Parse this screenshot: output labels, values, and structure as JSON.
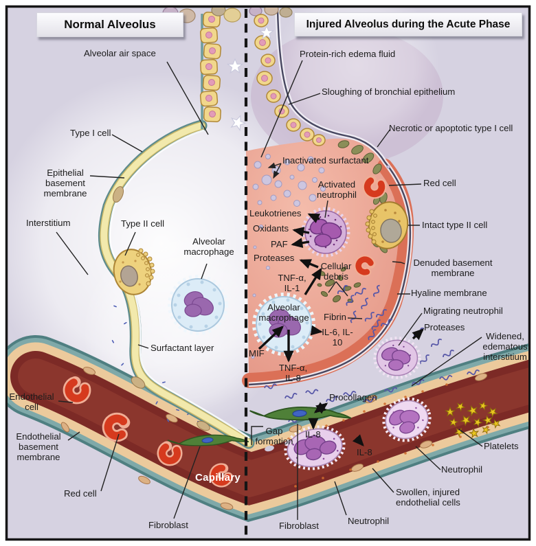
{
  "panels": {
    "left": {
      "title": "Normal Alveolus"
    },
    "right": {
      "title": "Injured Alveolus during the Acute Phase"
    }
  },
  "left_labels": {
    "alveolar_air_space": "Alveolar air space",
    "type_i_cell": "Type I cell",
    "epithelial_basement_membrane": "Epithelial basement membrane",
    "interstitium": "Interstitium",
    "type_ii_cell": "Type II cell",
    "alveolar_macrophage": "Alveolar macrophage",
    "surfactant_layer": "Surfactant layer",
    "endothelial_cell": "Endothelial cell",
    "endothelial_basement_membrane": "Endothelial basement membrane",
    "red_cell": "Red cell",
    "capillary": "Capillary",
    "fibroblast": "Fibroblast"
  },
  "right_labels": {
    "protein_rich_edema_fluid": "Protein-rich edema fluid",
    "sloughing_of_bronchial_epithelium": "Sloughing of bronchial epithelium",
    "necrotic_or_apoptotic_type_i_cell": "Necrotic or apoptotic type I cell",
    "inactivated_surfactant": "Inactivated surfactant",
    "activated_neutrophil": "Activated neutrophil",
    "red_cell": "Red cell",
    "leukotrienes": "Leukotrienes",
    "oxidants": "Oxidants",
    "intact_type_ii_cell": "Intact type II cell",
    "paf": "PAF",
    "proteases_neutrophil": "Proteases",
    "cellular_debris": "Cellular debris",
    "tnf_alpha_il_1": "TNF-α, IL-1",
    "denuded_basement_membrane": "Denuded basement membrane",
    "hyaline_membrane": "Hyaline membrane",
    "alveolar_macrophage": "Alveolar macrophage",
    "fibrin": "Fibrin",
    "migrating_neutrophil": "Migrating neutrophil",
    "il_6_il_10": "IL-6, IL-10",
    "proteases_migrating": "Proteases",
    "mif": "MIF",
    "widened_edematous_interstitium": "Widened, edematous interstitium",
    "tnf_alpha_il_8": "TNF-α, IL-8",
    "procollagen": "Procollagen",
    "gap_formation": "Gap formation",
    "il_8_fibroblast": "IL-8",
    "il_8_capillary": "IL-8",
    "platelets": "Platelets",
    "neutrophil_capillary": "Neutrophil",
    "swollen_injured_endothelial_cells": "Swollen, injured endothelial cells",
    "fibroblast": "Fibroblast",
    "neutrophil_migrating": "Neutrophil"
  },
  "palette": {
    "background": "#d6d2e1",
    "frame": "#161616",
    "capillary_lumen": "#7c2a26",
    "vessel_wall_tan": "#ecca9c",
    "basement_teal": "#6f9c9c",
    "epithelium_yellow": "#f2e9ac",
    "edema_pink": "#e8a192",
    "hyaline_membrane": "#dc7157",
    "neutrophil_purple": "#a65aae",
    "macrophage_blue": "#dcecf7",
    "fibroblast_green": "#4f8038",
    "red_cell": "#d63a1e",
    "platelet_yellow": "#e9c51f"
  }
}
